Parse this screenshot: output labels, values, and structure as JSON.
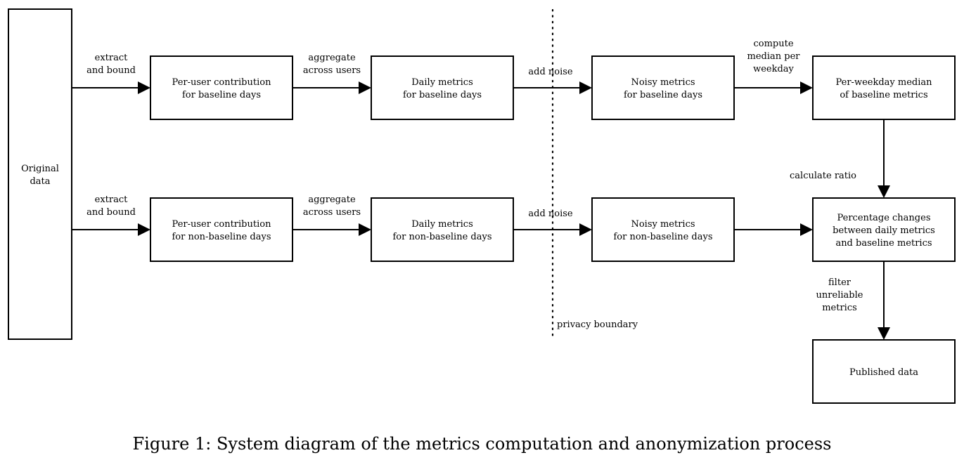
{
  "diagram": {
    "nodes": [
      {
        "id": "original",
        "lines": [
          "Original",
          "data"
        ]
      },
      {
        "id": "peruser-base",
        "lines": [
          "Per-user contribution",
          "for baseline days"
        ]
      },
      {
        "id": "daily-base",
        "lines": [
          "Daily metrics",
          "for baseline days"
        ]
      },
      {
        "id": "noisy-base",
        "lines": [
          "Noisy metrics",
          "for baseline days"
        ]
      },
      {
        "id": "median",
        "lines": [
          "Per-weekday median",
          "of baseline metrics"
        ]
      },
      {
        "id": "peruser-nonbase",
        "lines": [
          "Per-user contribution",
          "for non-baseline days"
        ]
      },
      {
        "id": "daily-nonbase",
        "lines": [
          "Daily metrics",
          "for non-baseline days"
        ]
      },
      {
        "id": "noisy-nonbase",
        "lines": [
          "Noisy metrics",
          "for non-baseline days"
        ]
      },
      {
        "id": "pct",
        "lines": [
          "Percentage changes",
          "between daily metrics",
          "and baseline metrics"
        ]
      },
      {
        "id": "published",
        "lines": [
          "Published data"
        ]
      }
    ],
    "edges": [
      {
        "from": "original",
        "to": "peruser-base",
        "label": [
          "extract",
          "and bound"
        ]
      },
      {
        "from": "peruser-base",
        "to": "daily-base",
        "label": [
          "aggregate",
          "across users"
        ]
      },
      {
        "from": "daily-base",
        "to": "noisy-base",
        "label": [
          "add noise"
        ]
      },
      {
        "from": "noisy-base",
        "to": "median",
        "label": [
          "compute",
          "median per",
          "weekday"
        ]
      },
      {
        "from": "median",
        "to": "pct",
        "label": [
          "calculate ratio"
        ]
      },
      {
        "from": "original",
        "to": "peruser-nonbase",
        "label": [
          "extract",
          "and bound"
        ]
      },
      {
        "from": "peruser-nonbase",
        "to": "daily-nonbase",
        "label": [
          "aggregate",
          "across users"
        ]
      },
      {
        "from": "daily-nonbase",
        "to": "noisy-nonbase",
        "label": [
          "add noise"
        ]
      },
      {
        "from": "noisy-nonbase",
        "to": "pct",
        "label": []
      },
      {
        "from": "pct",
        "to": "published",
        "label": [
          "filter",
          "unreliable",
          "metrics"
        ]
      }
    ],
    "boundary_label": "privacy boundary"
  },
  "caption": "Figure 1: System diagram of the metrics computation and anonymization process"
}
